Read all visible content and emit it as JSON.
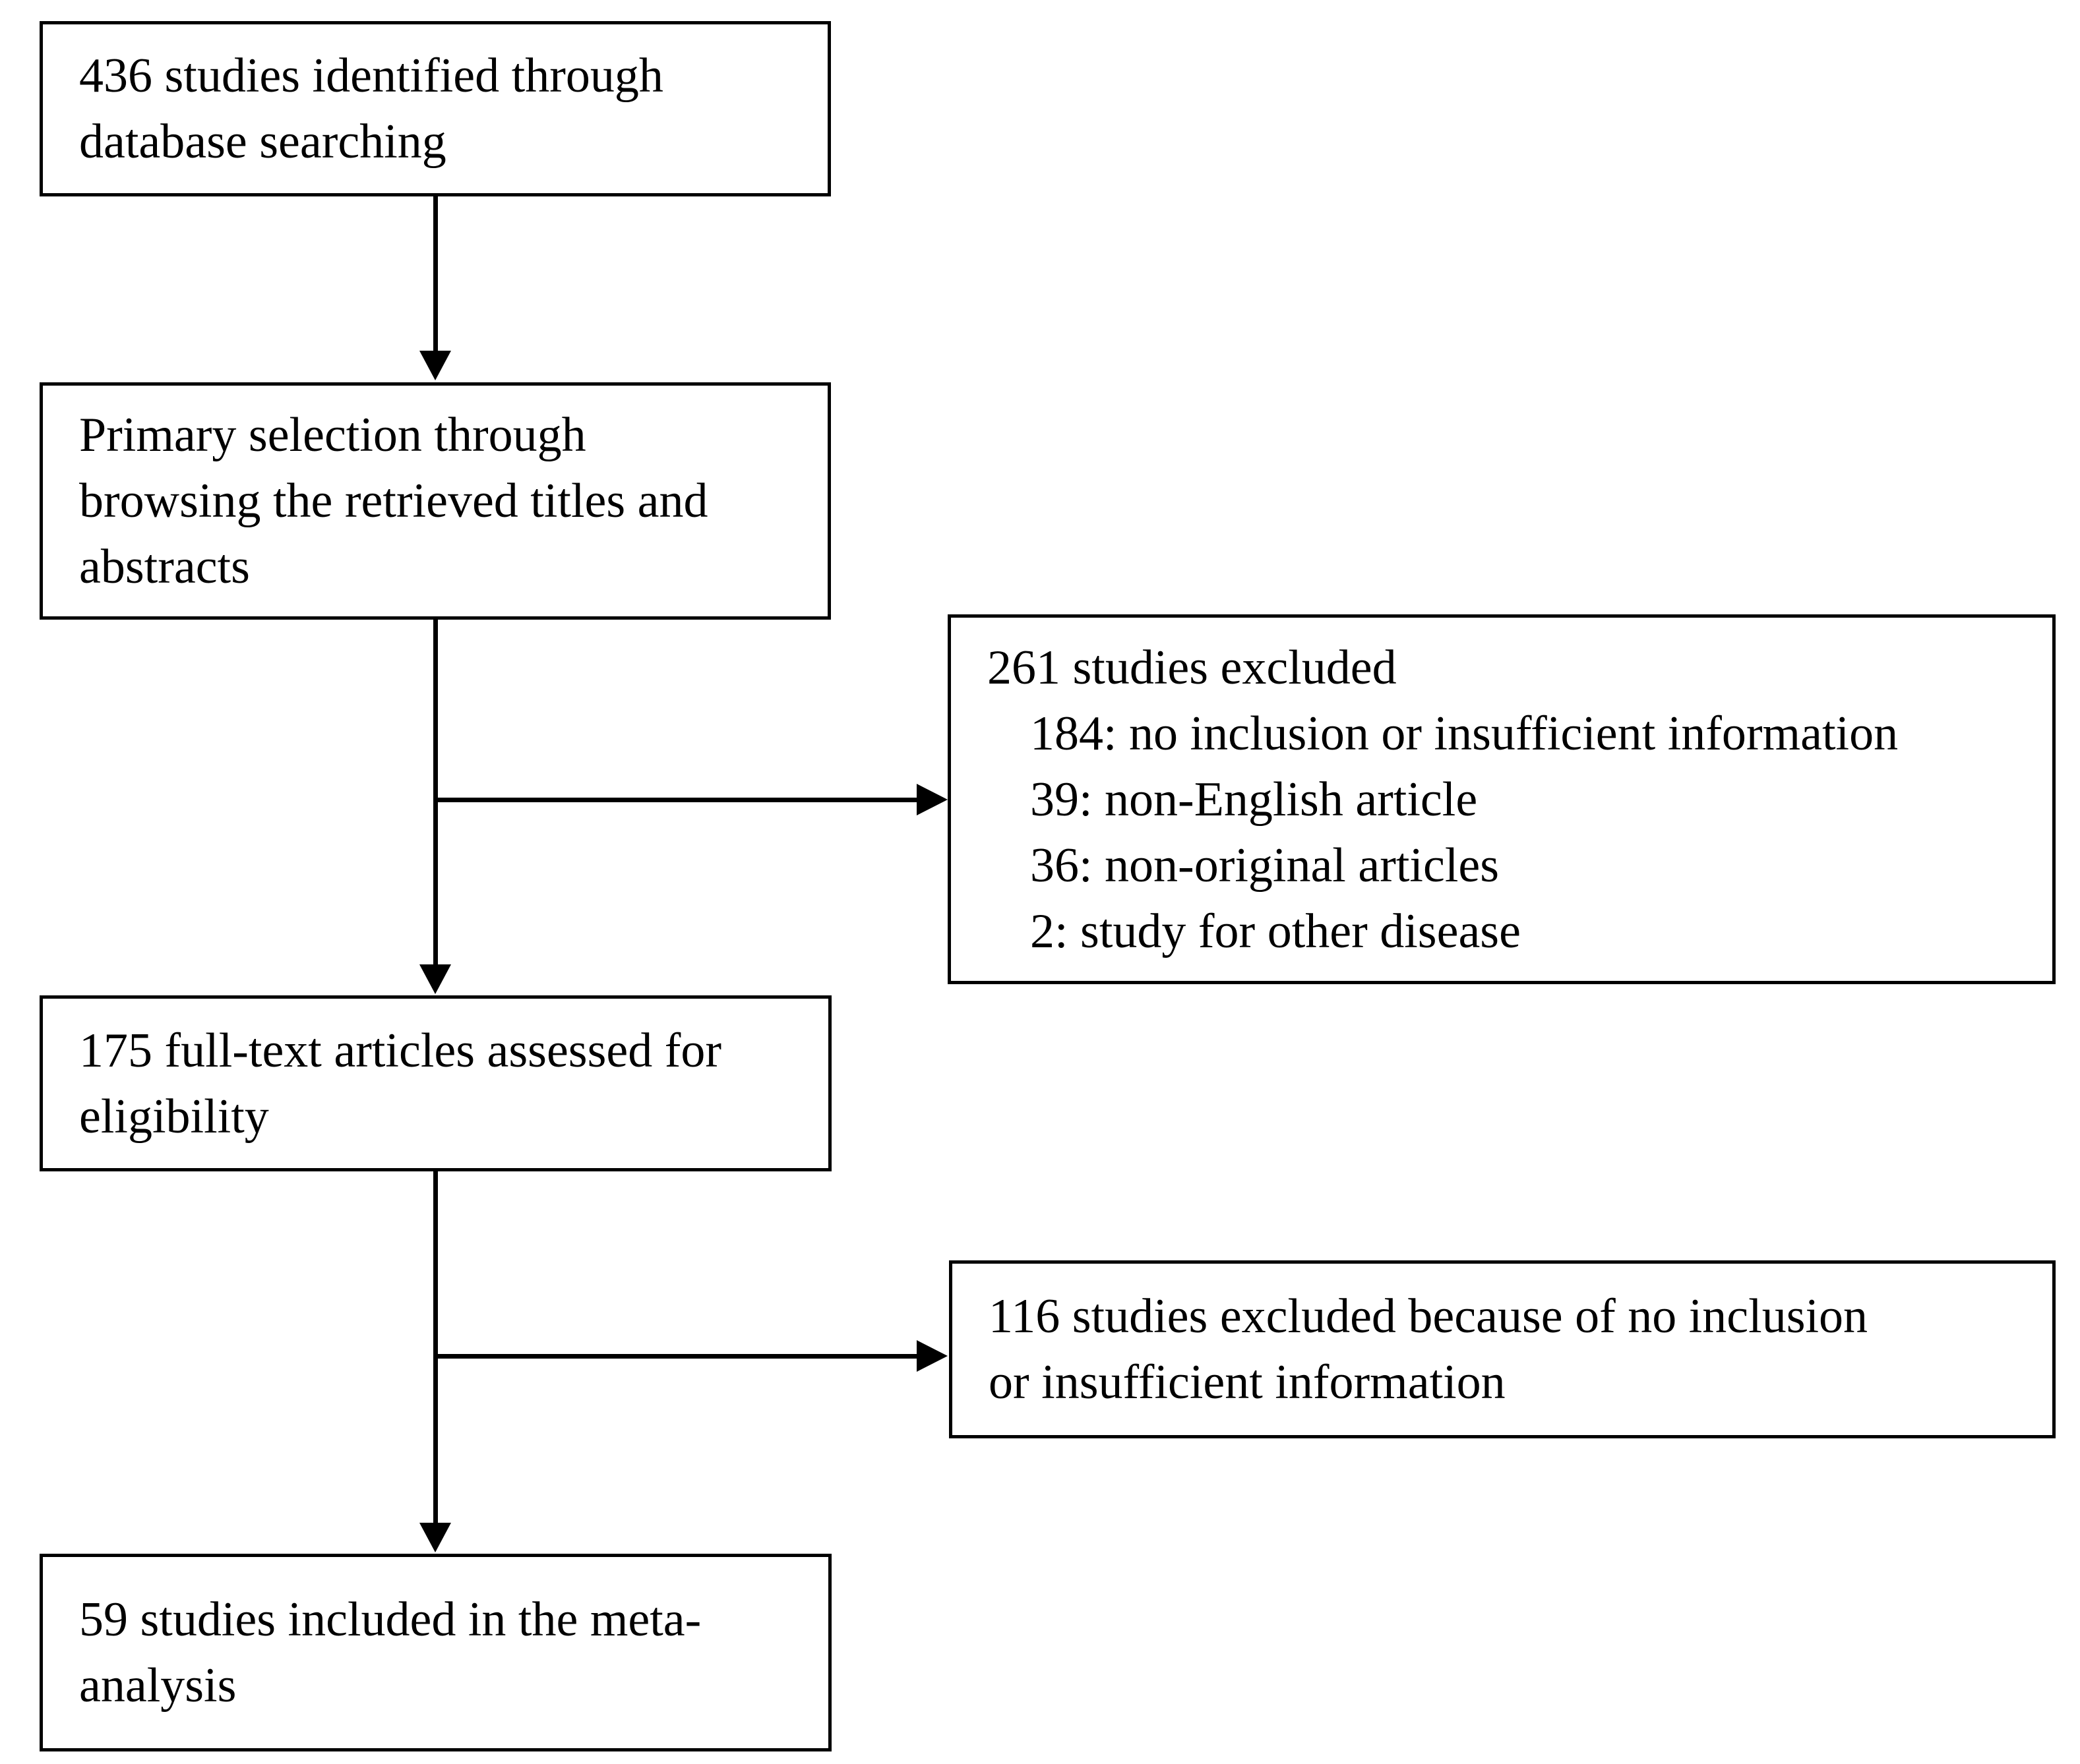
{
  "flowchart": {
    "identified": {
      "text": "436 studies identified through\ndatabase searching"
    },
    "primary_selection": {
      "text": "Primary selection through\nbrowsing the retrieved titles and\nabstracts"
    },
    "excluded_primary": {
      "title": "261 studies excluded",
      "items": [
        "184: no inclusion or insufficient information",
        "39: non-English article",
        "36: non-original articles",
        "2: study for other disease"
      ]
    },
    "fulltext_assessed": {
      "text": "175 full-text articles assessed for\neligibility"
    },
    "excluded_fulltext": {
      "text": "116 studies excluded because of no inclusion\nor insufficient information"
    },
    "included": {
      "text": "59 studies included in the meta-\nanalysis"
    }
  },
  "colors": {
    "line": "#000000",
    "text": "#000000",
    "background": "#ffffff"
  }
}
